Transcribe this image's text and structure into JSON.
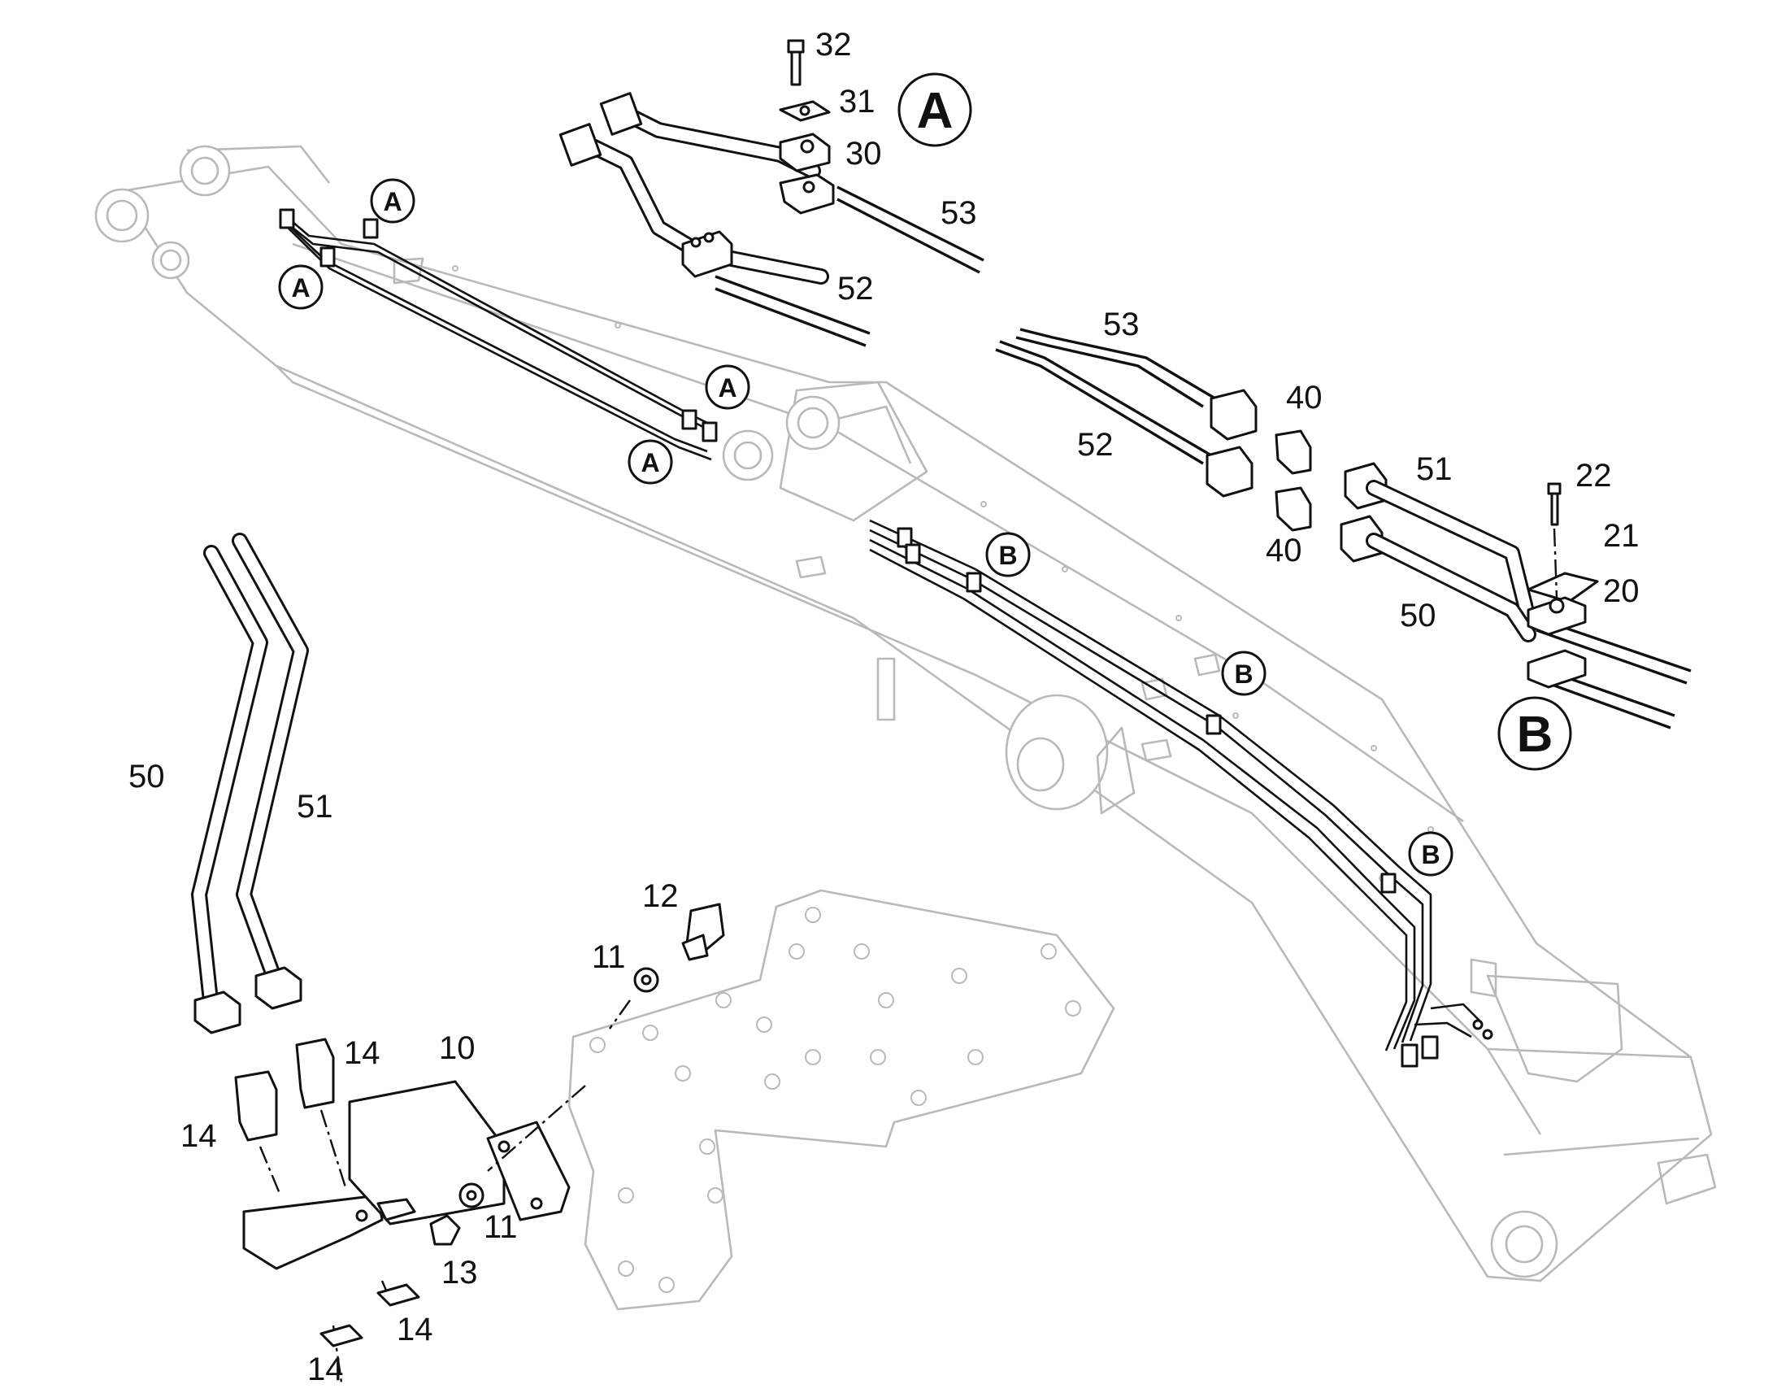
{
  "callouts": {
    "view_a": "A",
    "view_b": "B",
    "a_marker": "A",
    "b_marker": "B"
  },
  "labels": {
    "l32": "32",
    "l31": "31",
    "l30": "30",
    "l53_top": "53",
    "l52_top": "52",
    "l53_mid": "53",
    "l52_mid": "52",
    "l40_top": "40",
    "l40_bot": "40",
    "l51_right": "51",
    "l50_right": "50",
    "l22": "22",
    "l21": "21",
    "l20": "20",
    "l50_left": "50",
    "l51_left": "51",
    "l12": "12",
    "l11_top": "11",
    "l10": "10",
    "l14_a": "14",
    "l14_b": "14",
    "l14_c": "14",
    "l14_d": "14",
    "l11_bot": "11",
    "l13": "13"
  }
}
